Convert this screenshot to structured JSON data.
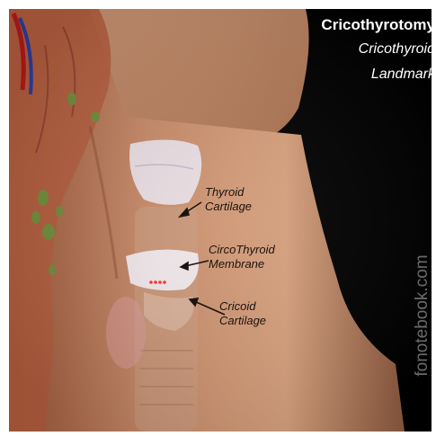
{
  "title": "Cricothyrotomy",
  "subtitle_line1": "Cricothyroid",
  "subtitle_line2": "Landmark",
  "labels": {
    "thyroid_line1": "Thyroid",
    "thyroid_line2": "Cartilage",
    "membrane_line1": "CircoThyroid",
    "membrane_line2": "Membrane",
    "cricoid_line1": "Cricoid",
    "cricoid_line2": "Cartilage"
  },
  "watermark": "fonotebook.com",
  "colors": {
    "background": "#000000",
    "skin": "#c98f6e",
    "muscle": "#b85f3f",
    "cartilage": "#e8e2ea",
    "marker_dots": "#ff2a2a",
    "label_text": "#1c1410"
  }
}
